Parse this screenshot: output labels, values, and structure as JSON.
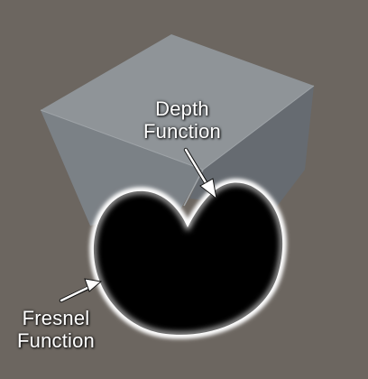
{
  "scene": {
    "background": "#6c6660",
    "cube": {
      "top": "#8f9498",
      "left": "#7b8186",
      "right": "#666b71",
      "edge": "#9ea3a7"
    },
    "mask": {
      "fill": "#000000",
      "glow": "#ffffff"
    }
  },
  "annotations": {
    "depth": {
      "line1": "Depth",
      "line2": "Function"
    },
    "fresnel": {
      "line1": "Fresnel",
      "line2": "Function"
    }
  }
}
